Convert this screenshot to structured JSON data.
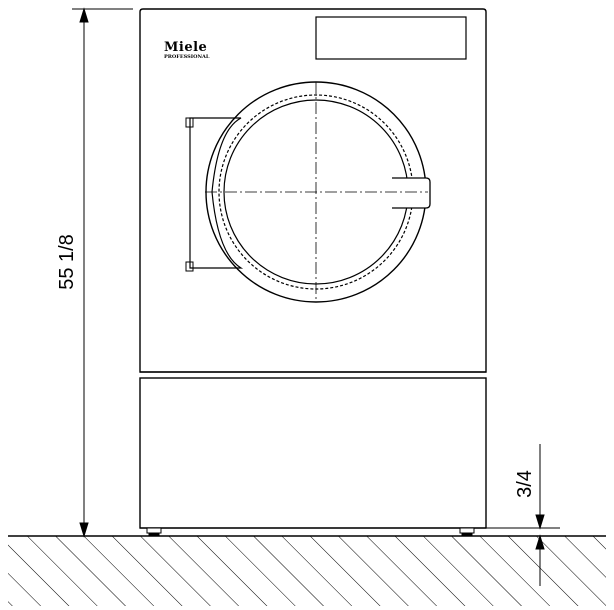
{
  "brand": {
    "name": "Miele",
    "subtitle": "PROFESSIONAL"
  },
  "dimensions": {
    "overall_height": "55 1/8",
    "foot_height": "3/4"
  },
  "colors": {
    "line": "#000000",
    "background": "#ffffff"
  }
}
